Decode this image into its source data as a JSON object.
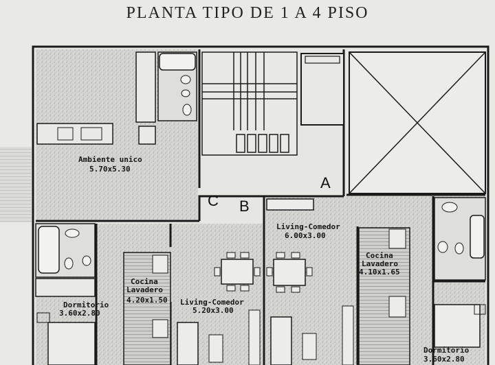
{
  "title": "PLANTA TIPO DE 1 A 4 PISO",
  "units": {
    "a": "A",
    "b": "B",
    "c": "C"
  },
  "rooms": {
    "ambiente_name": "Ambiente unico",
    "ambiente_size": "5.70x5.30",
    "living_a_name": "Living-Comedor",
    "living_a_size": "6.00x3.00",
    "cocina_a_name1": "Cocina",
    "cocina_a_name2": "Lavadero",
    "cocina_a_size": "4.10x1.65",
    "dormitorio_a_name": "Dormitorio",
    "dormitorio_a_size": "3.60x2.80",
    "cocina_b_name1": "Cocina",
    "cocina_b_name2": "Lavadero",
    "cocina_b_size": "4.20x1.50",
    "living_b_name": "Living-Comedor",
    "living_b_size": "5.20x3.00",
    "dormitorio_b_name": "Dormitorio",
    "dormitorio_b_size": "3.60x2.80"
  },
  "colors": {
    "wall": "#1a1a1a",
    "floor_speckle": "#cfcfcb",
    "paper": "#e9e9e6"
  }
}
